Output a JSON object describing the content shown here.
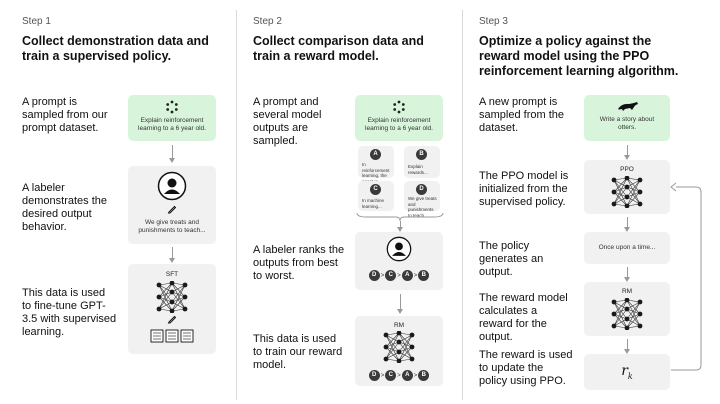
{
  "step1": {
    "step": "Step 1",
    "heading": "Collect demonstration data and train a supervised policy.",
    "desc1": "A prompt is sampled from our prompt dataset.",
    "desc2": "A labeler demonstrates the desired output behavior.",
    "desc3": "This data is used to fine-tune GPT-3.5 with supervised learning.",
    "prompt_text": "Explain reinforcement learning to a 6 year old.",
    "demo_text": "We give treats and punishments to teach...",
    "model_label": "SFT"
  },
  "step2": {
    "step": "Step 2",
    "heading": "Collect comparison data and train a reward model.",
    "desc1": "A prompt and several model outputs are sampled.",
    "desc2": "A labeler ranks the outputs from best to worst.",
    "desc3": "This data is used to train our reward model.",
    "prompt_text": "Explain reinforcement learning to a 6 year old.",
    "outputs": [
      {
        "letter": "A",
        "text": "In reinforcement learning, the agent is..."
      },
      {
        "letter": "B",
        "text": "Explain rewards..."
      },
      {
        "letter": "C",
        "text": "In machine learning..."
      },
      {
        "letter": "D",
        "text": "We give treats and punishments to teach..."
      }
    ],
    "ranking": [
      "D",
      "C",
      "A",
      "B"
    ],
    "rank_sep": ">",
    "model_label": "RM"
  },
  "step3": {
    "step": "Step 3",
    "heading": "Optimize a policy against the reward model using the PPO reinforcement learning algorithm.",
    "desc1": "A new prompt is sampled from the dataset.",
    "desc2": "The PPO model is initialized from the supervised policy.",
    "desc3": "The policy generates an output.",
    "desc4": "The reward model calculates a reward for the output.",
    "desc5": "The reward is used to update the policy using PPO.",
    "prompt_text": "Write a story about otters.",
    "ppo_label": "PPO",
    "output_text": "Once upon a time...",
    "rm_label": "RM",
    "reward_symbol": "r",
    "reward_sub": "k"
  },
  "colors": {
    "prompt_card": "#d8f5dc",
    "card": "#f1f1f1",
    "node": "#1a1a1a",
    "arrow": "#999999"
  }
}
